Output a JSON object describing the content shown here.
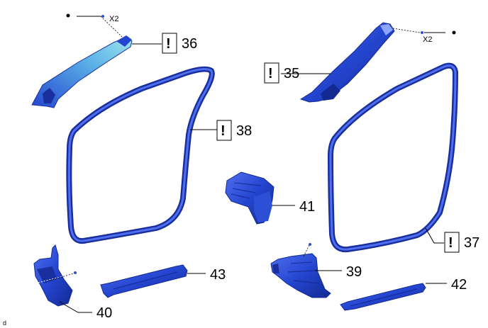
{
  "parts": [
    {
      "id": "p36",
      "callout": "36",
      "caution": true
    },
    {
      "id": "p35",
      "callout": "35",
      "caution": true
    },
    {
      "id": "p38",
      "callout": "38",
      "caution": true
    },
    {
      "id": "p37",
      "callout": "37",
      "caution": true
    },
    {
      "id": "p41",
      "callout": "41",
      "caution": false
    },
    {
      "id": "p43",
      "callout": "43",
      "caution": false
    },
    {
      "id": "p40",
      "callout": "40",
      "caution": false
    },
    {
      "id": "p39",
      "callout": "39",
      "caution": false
    },
    {
      "id": "p42",
      "callout": "42",
      "caution": false
    }
  ],
  "quantity_left": "X2",
  "quantity_right": "X2",
  "caution_symbol": "!",
  "corner_mark": "d",
  "colors": {
    "part_fill": "#2d4fd6",
    "part_dark": "#1a2f9e",
    "part_light": "#7ed4e6",
    "line": "#000000"
  }
}
